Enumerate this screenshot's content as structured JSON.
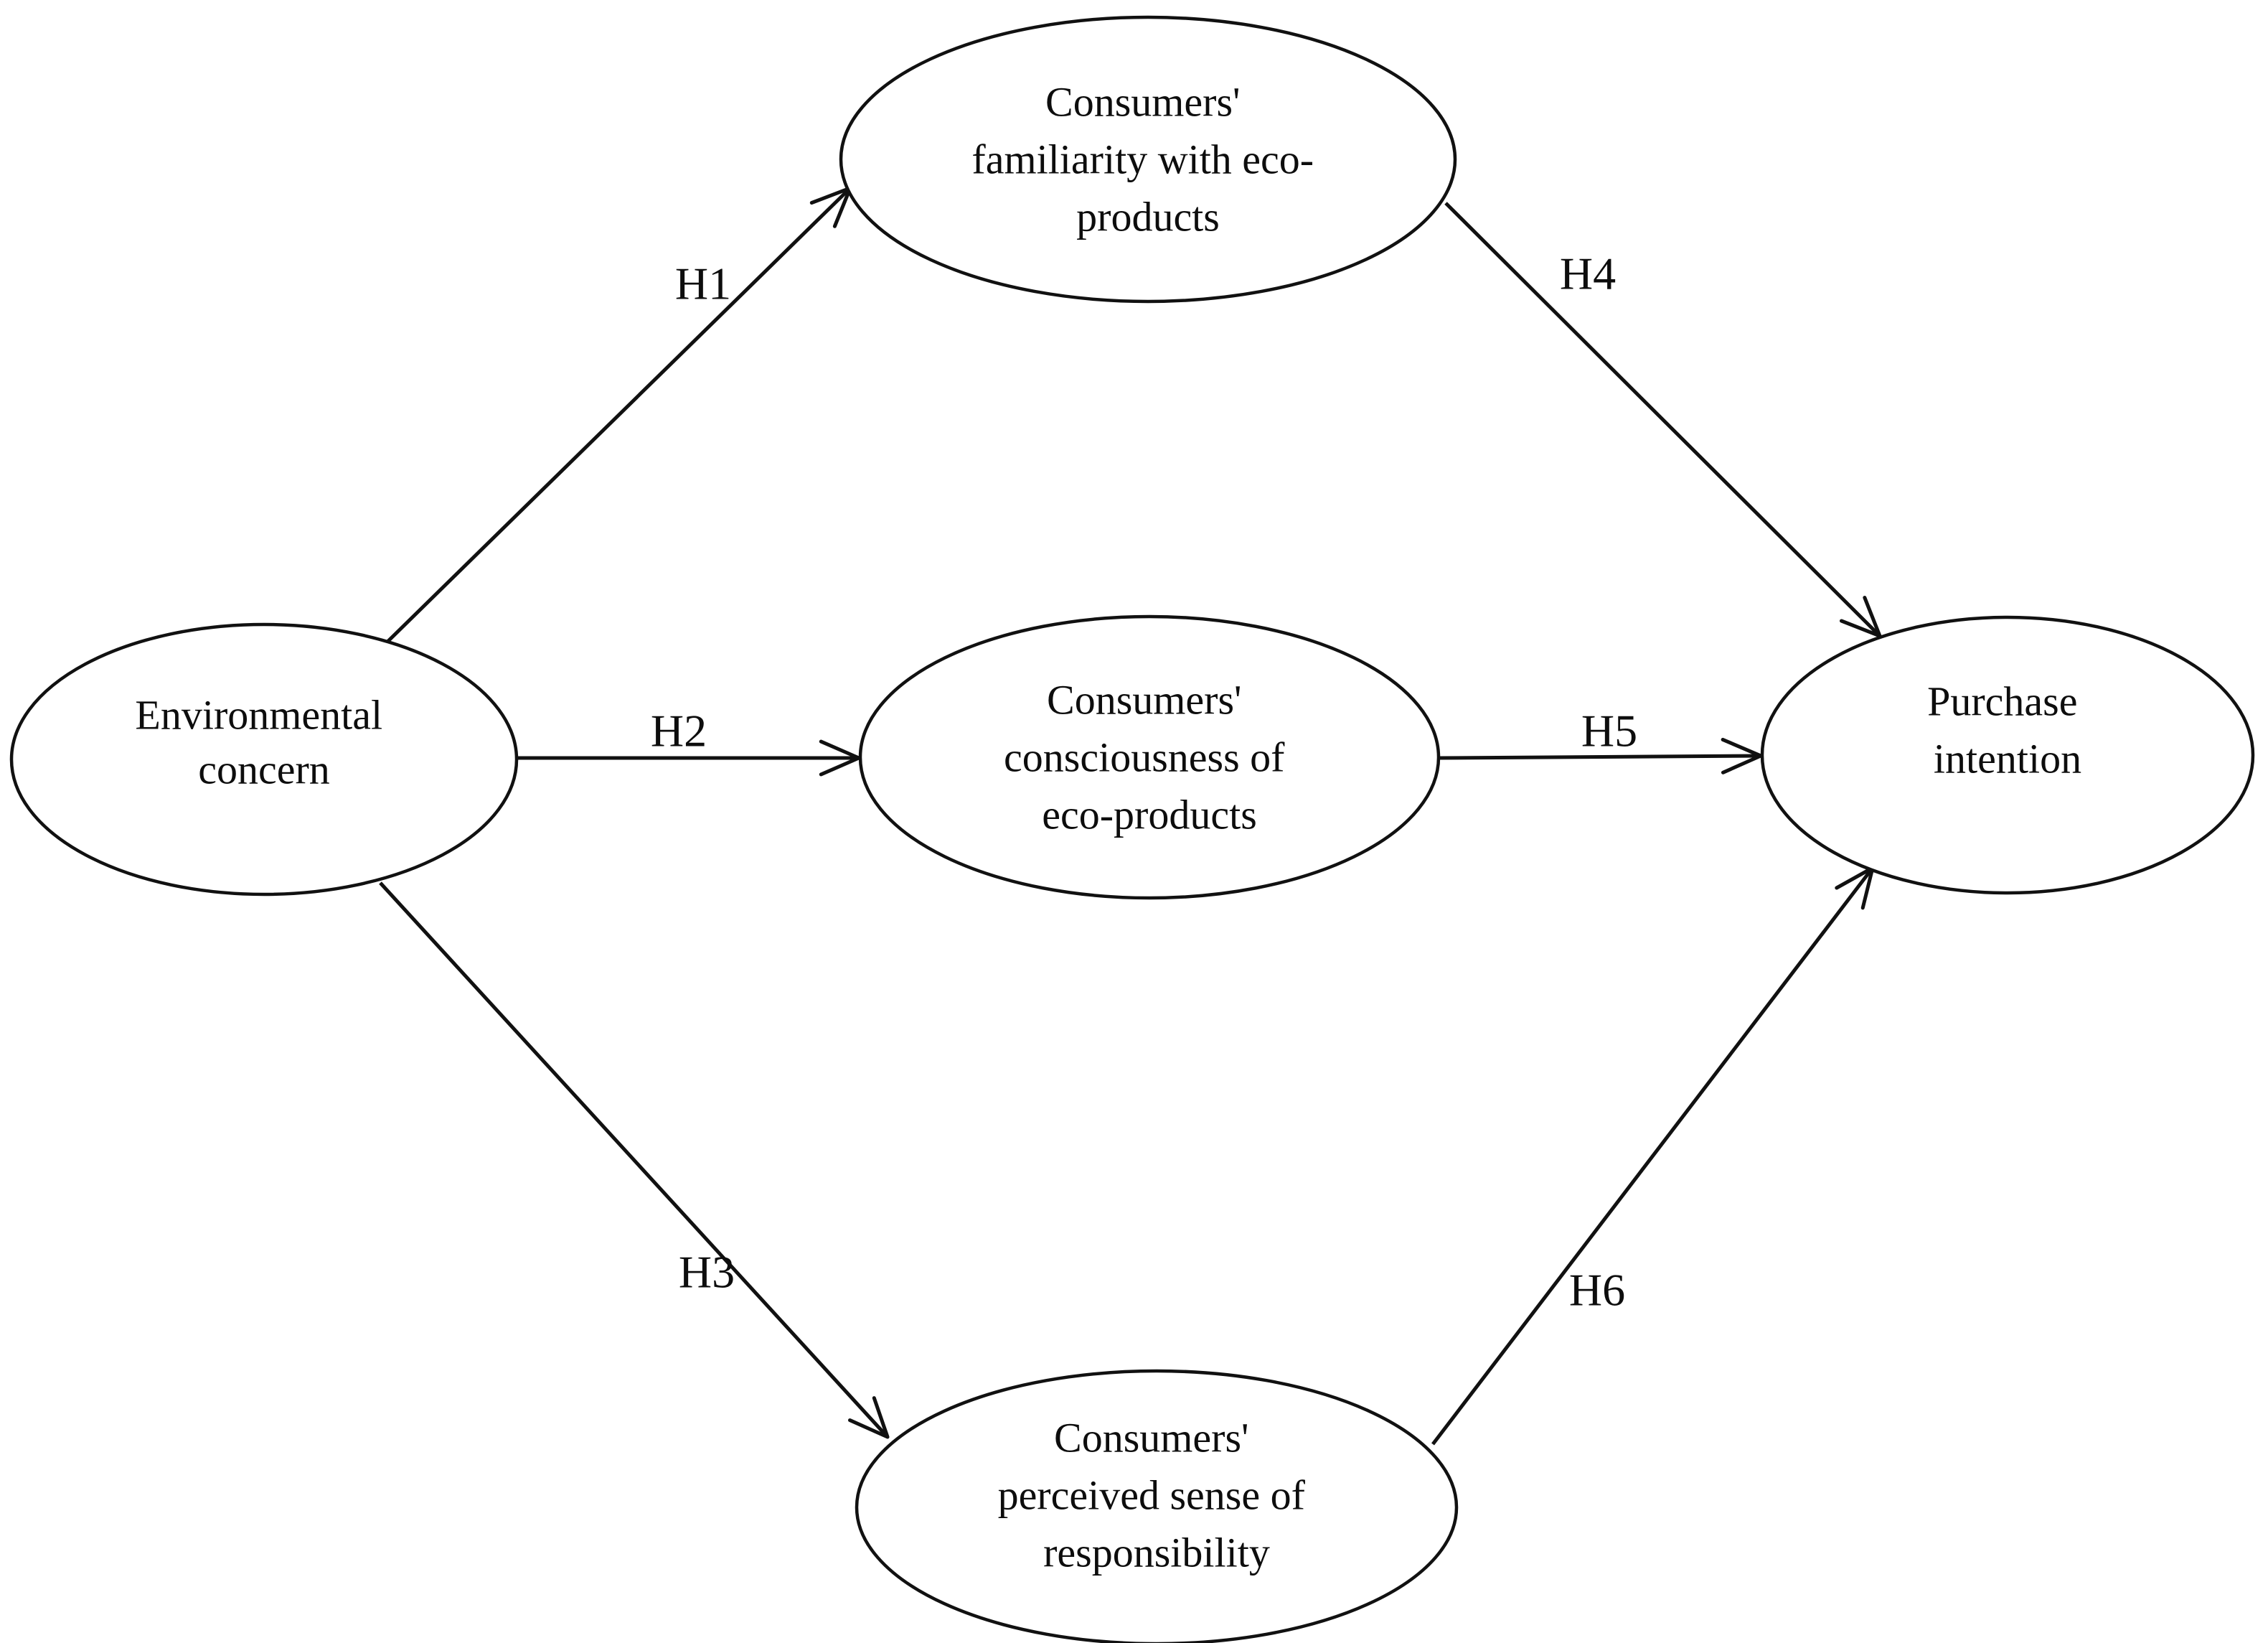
{
  "figure": {
    "type": "hypothesis-path-diagram",
    "background_color": "#ffffff",
    "stroke_color": "#111111",
    "text_color": "#0d0d0d",
    "nodes": {
      "environmental_concern": {
        "lines": [
          "Environmental",
          "concern"
        ]
      },
      "familiarity": {
        "lines": [
          "Consumers'",
          "familiarity with eco-",
          "products"
        ]
      },
      "consciousness": {
        "lines": [
          "Consumers'",
          "consciousness of",
          "eco-products"
        ]
      },
      "responsibility": {
        "lines": [
          "Consumers'",
          "perceived sense of",
          "responsibility"
        ]
      },
      "purchase_intention": {
        "lines": [
          "Purchase",
          "intention"
        ]
      }
    },
    "edges": {
      "h1": {
        "label": "H1",
        "from": "environmental_concern",
        "to": "familiarity"
      },
      "h2": {
        "label": "H2",
        "from": "environmental_concern",
        "to": "consciousness"
      },
      "h3": {
        "label": "H3",
        "from": "environmental_concern",
        "to": "responsibility"
      },
      "h4": {
        "label": "H4",
        "from": "familiarity",
        "to": "purchase_intention"
      },
      "h5": {
        "label": "H5",
        "from": "consciousness",
        "to": "purchase_intention"
      },
      "h6": {
        "label": "H6",
        "from": "responsibility",
        "to": "purchase_intention"
      }
    }
  }
}
